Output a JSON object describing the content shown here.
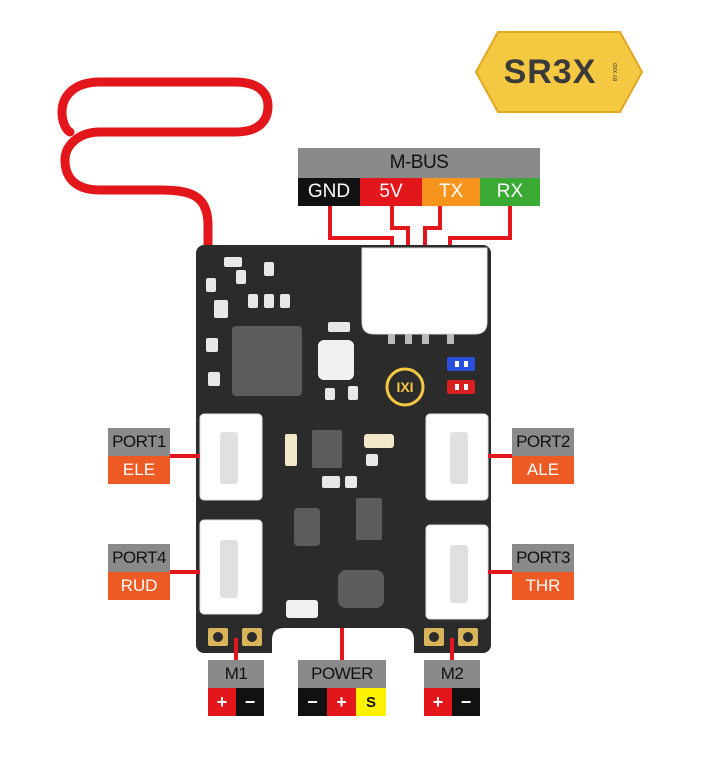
{
  "logo": {
    "text": "SR3X",
    "sub": "BY XXD"
  },
  "mbus": {
    "title": "M-BUS",
    "pins": [
      {
        "label": "GND",
        "color": "#111111"
      },
      {
        "label": "5V",
        "color": "#e3161b"
      },
      {
        "label": "TX",
        "color": "#f7941d"
      },
      {
        "label": "RX",
        "color": "#3aaa35"
      }
    ]
  },
  "ports": {
    "port1": {
      "name": "PORT1",
      "func": "ELE"
    },
    "port2": {
      "name": "PORT2",
      "func": "ALE"
    },
    "port3": {
      "name": "PORT3",
      "func": "THR"
    },
    "port4": {
      "name": "PORT4",
      "func": "RUD"
    }
  },
  "m1": {
    "name": "M1",
    "plus": "+",
    "minus": "−"
  },
  "m2": {
    "name": "M2",
    "plus": "+",
    "minus": "−"
  },
  "power": {
    "name": "POWER",
    "minus": "−",
    "plus": "+",
    "signal": "S"
  },
  "board_mark": "IXI",
  "colors": {
    "board": "#2b2b2b",
    "wire": "#e3161b",
    "label_grey": "#8a8a8a",
    "label_orange": "#ee5a24",
    "logo_bg": "#f5c842",
    "jumper_blue": "#2a4fd8",
    "jumper_red": "#d92020"
  }
}
